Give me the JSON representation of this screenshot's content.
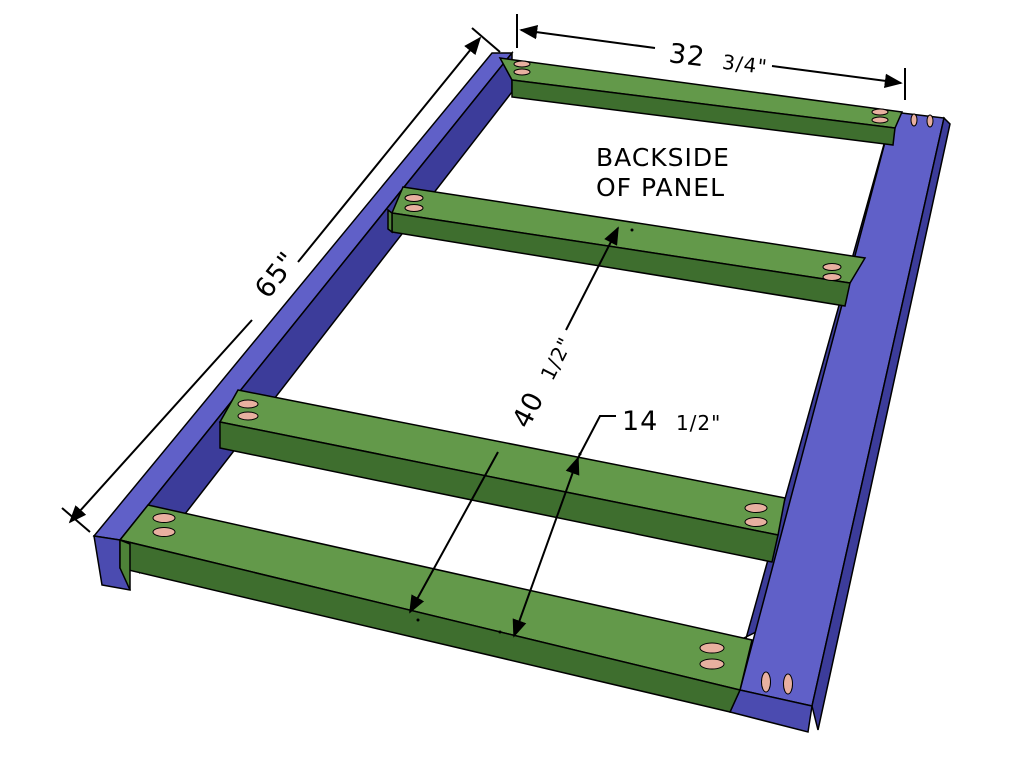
{
  "colors": {
    "rail_top": "#6060c8",
    "rail_side": "#3c3c9a",
    "rail_end": "#4b4bb0",
    "slat_top": "#63994a",
    "slat_side": "#3e6e2e",
    "slat_end": "#4e8238",
    "hole": "#e8b0a0",
    "line": "#000000"
  },
  "annotations": {
    "width_whole": "32",
    "width_frac": "3/4\"",
    "length": "65\"",
    "note_line1": "BACKSIDE",
    "note_line2": "OF PANEL",
    "span_whole": "40",
    "span_frac": "1/2\"",
    "gap_whole": "14",
    "gap_frac": "1/2\""
  }
}
